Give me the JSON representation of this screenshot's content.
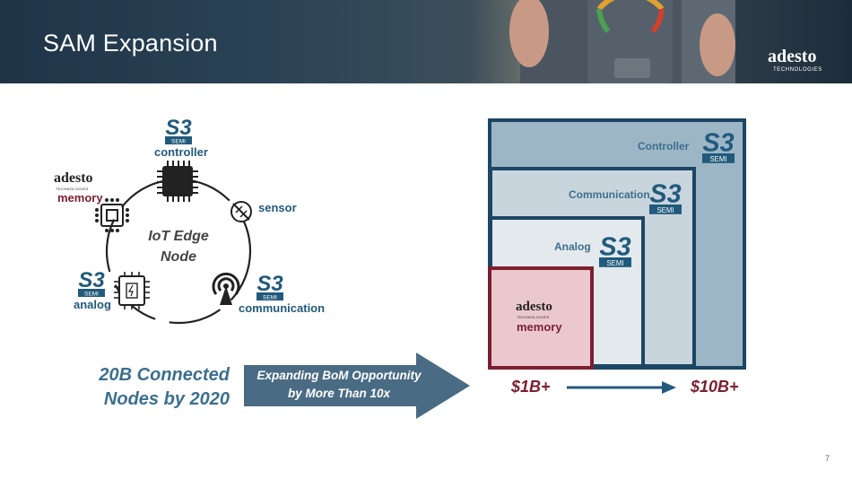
{
  "header": {
    "title": "SAM Expansion",
    "brand": "adesto",
    "brand_sub": "TECHNOLOGIES"
  },
  "semi_text": "SEMI",
  "left": {
    "node_title_line1": "IoT Edge",
    "node_title_line2": "Node",
    "controller": "controller",
    "sensor": "sensor",
    "memory": "memory",
    "analog": "analog",
    "communication": "communication",
    "brand": "adesto",
    "brand_sub": "TECHNOLOGIES"
  },
  "connected_line1": "20B Connected",
  "connected_line2": "Nodes by 2020",
  "arrow_line1": "Expanding BoM Opportunity",
  "arrow_line2": "by More Than 10x",
  "right": {
    "controller": "Controller",
    "communication": "Communication",
    "analog": "Analog",
    "memory": "memory",
    "brand": "adesto",
    "brand_sub": "TECHNOLOGIES",
    "from_value": "$1B+",
    "to_value": "$10B+"
  },
  "page_number": "7",
  "colors": {
    "navy": "#1c4664",
    "accent_blue": "#215a7c",
    "maroon": "#7b1f30",
    "arrow_fill": "#4a6b84"
  }
}
